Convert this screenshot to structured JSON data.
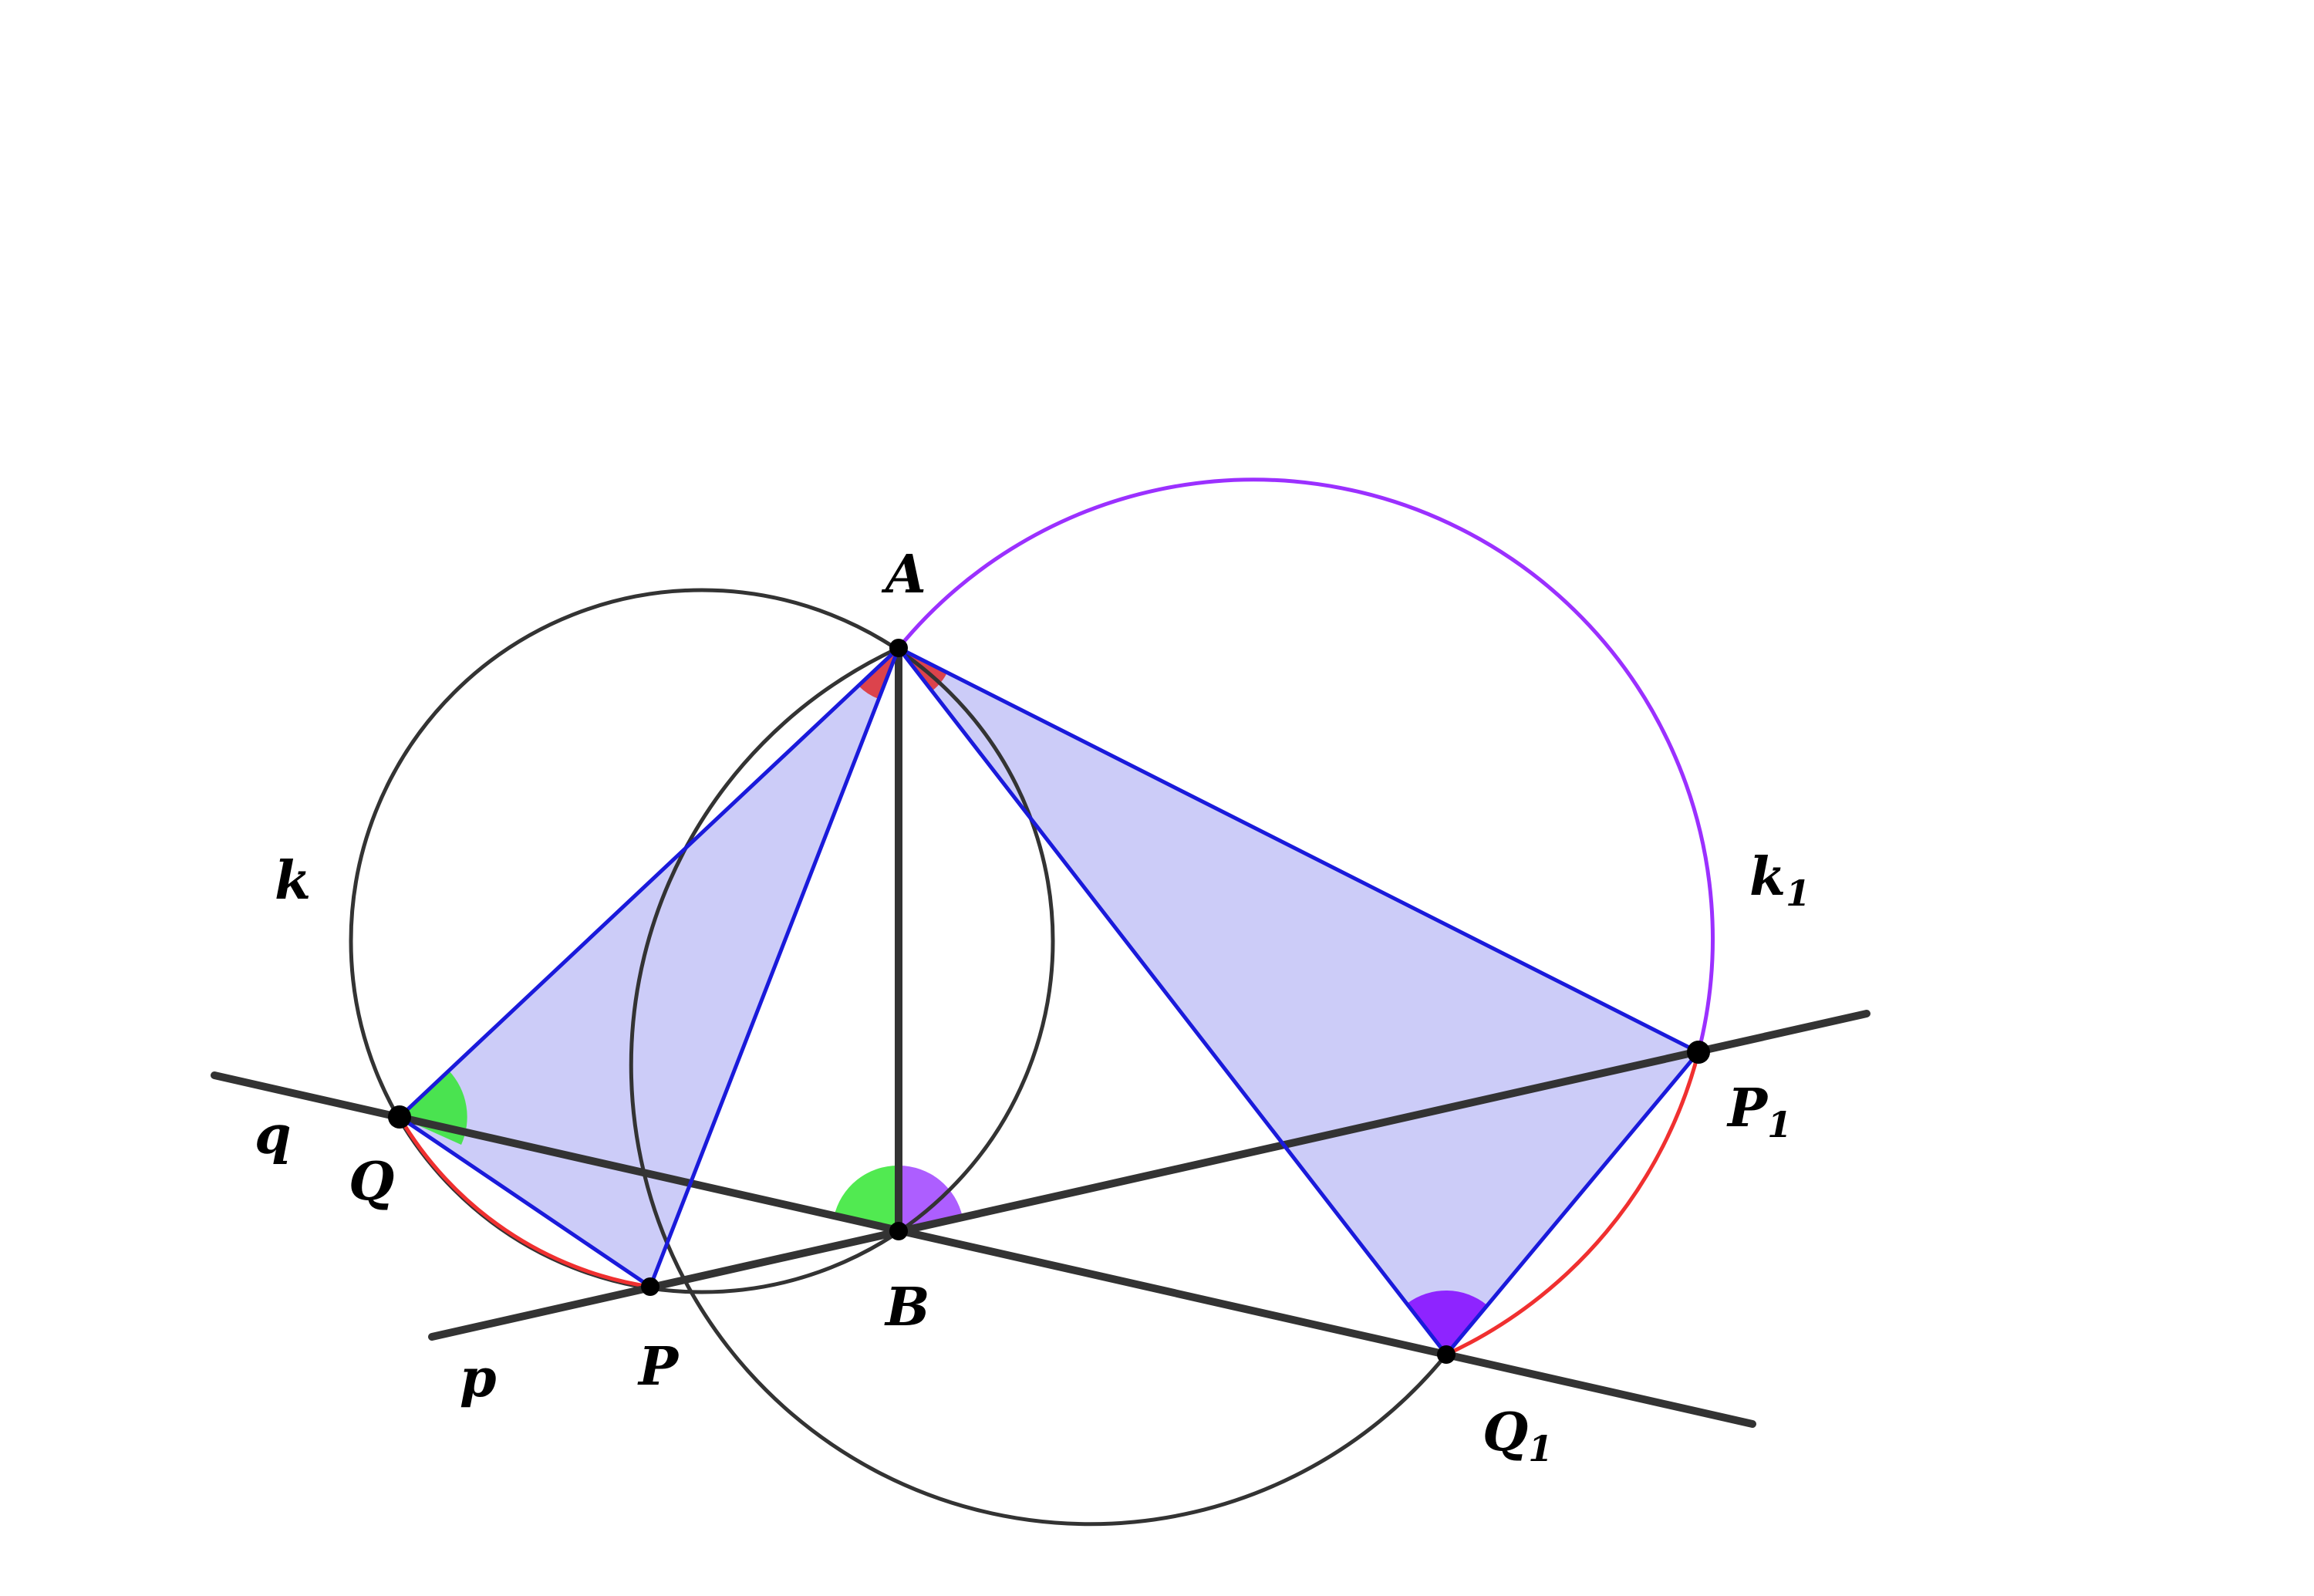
{
  "labels": {
    "A": "A",
    "B": "B",
    "P": "P",
    "Q": "Q",
    "P1_main": "P",
    "P1_sub": "1",
    "Q1_main": "Q",
    "Q1_sub": "1",
    "k": "k",
    "k1_main": "k",
    "k1_sub": "1",
    "p": "p",
    "q": "q"
  },
  "colors": {
    "lines": "#333333",
    "triangle_edges": "#1a1adb",
    "triangle_fill": "#ccccf8",
    "arc_red": "#f03030",
    "arc_purple": "#9b30ff",
    "angle_green": "#33e633",
    "angle_purple": "#8a1aff",
    "angle_red": "#e02020",
    "points": "#000000"
  }
}
